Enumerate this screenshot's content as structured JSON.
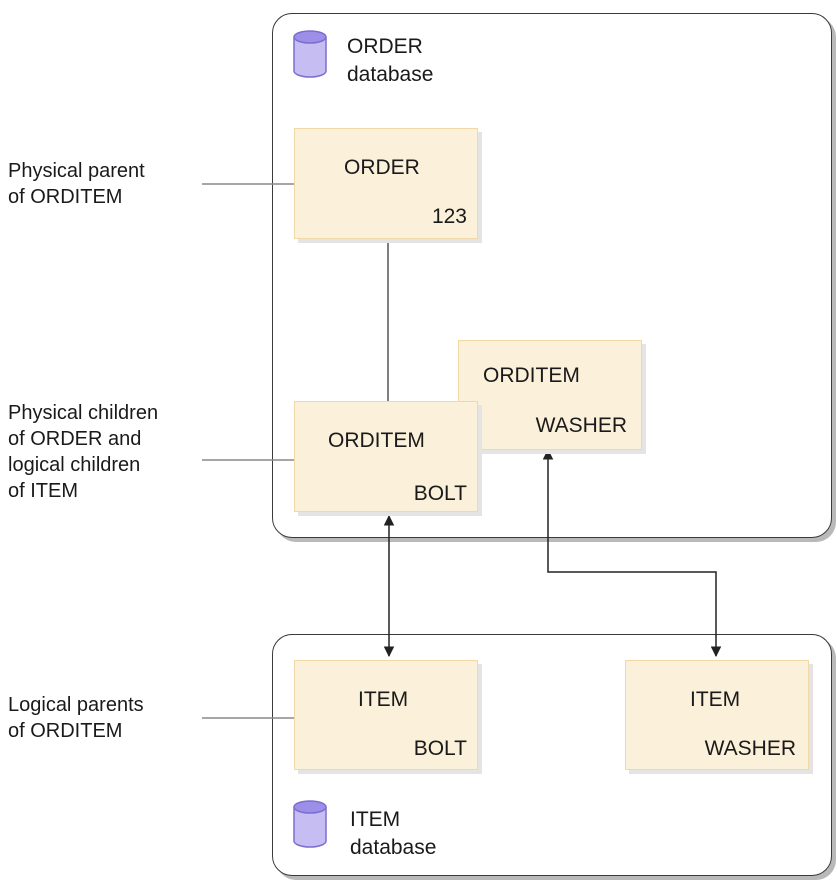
{
  "colors": {
    "segment_fill": "#fbf0d9",
    "segment_border": "#f2d8a7",
    "database_icon": "#c6bdf2",
    "container_border": "#3a3a3a",
    "connector": "#222222"
  },
  "order_database": {
    "icon": "database-cylinder-icon",
    "line1": "ORDER",
    "line2": "database"
  },
  "item_database": {
    "icon": "database-cylinder-icon",
    "line1": "ITEM",
    "line2": "database"
  },
  "segments": {
    "order_123": {
      "name": "ORDER",
      "key": "123"
    },
    "orditem_washer": {
      "name": "ORDITEM",
      "key": "WASHER"
    },
    "orditem_bolt": {
      "name": "ORDITEM",
      "key": "BOLT"
    },
    "item_bolt": {
      "name": "ITEM",
      "key": "BOLT"
    },
    "item_washer": {
      "name": "ITEM",
      "key": "WASHER"
    }
  },
  "labels": {
    "physical_parent": [
      "Physical parent",
      "of ORDITEM"
    ],
    "physical_children": [
      "Physical children",
      "of ORDER and",
      "logical children",
      "of ITEM"
    ],
    "logical_parents": [
      "Logical parents",
      "of ORDITEM"
    ]
  }
}
